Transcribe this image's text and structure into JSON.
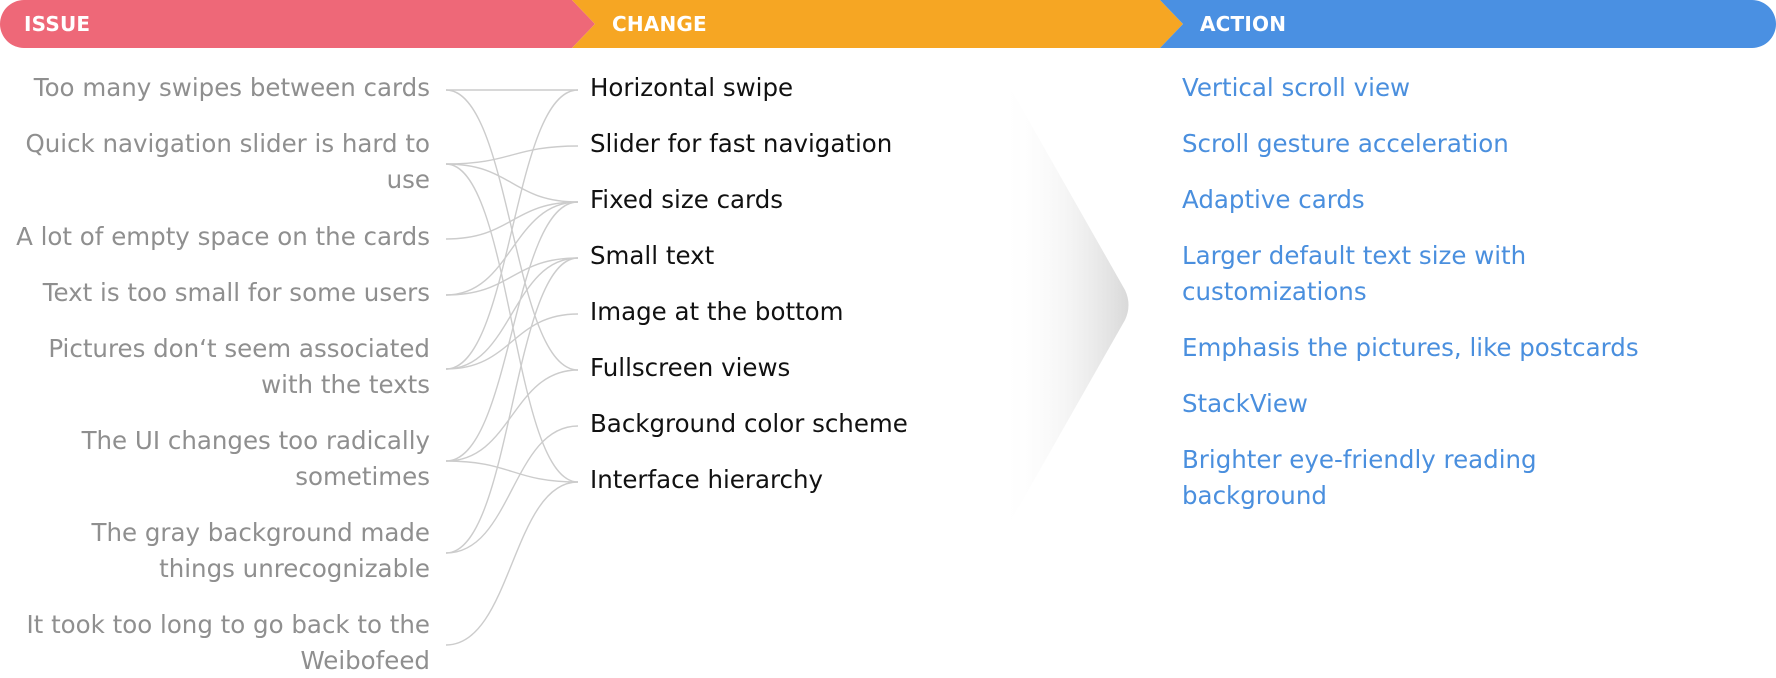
{
  "headers": {
    "issue": "ISSUE",
    "change": "CHANGE",
    "action": "ACTION"
  },
  "colors": {
    "issue": "#ee6878",
    "change": "#f6a623",
    "action": "#4a90e2",
    "issue_text": "#8f8f8f",
    "change_text": "#111111",
    "action_text": "#4a8fde",
    "connector": "#cccccc"
  },
  "issues": [
    [
      "Too many swipes between cards"
    ],
    [
      "Quick navigation slider is hard to",
      "use"
    ],
    [
      "A lot of empty space on the cards"
    ],
    [
      "Text is too small for some users"
    ],
    [
      "Pictures don‘t seem associated",
      "with the texts"
    ],
    [
      "The UI changes too radically",
      "sometimes"
    ],
    [
      "The gray background made",
      "things unrecognizable"
    ],
    [
      "It took too long to go back to the",
      "Weibofeed"
    ]
  ],
  "changes": [
    "Horizontal swipe",
    "Slider for fast navigation",
    "Fixed size cards",
    "Small text",
    "Image at the bottom",
    "Fullscreen views",
    "Background color scheme",
    "Interface hierarchy"
  ],
  "actions": [
    [
      "Vertical scroll view"
    ],
    [
      "Scroll gesture acceleration"
    ],
    [
      "Adaptive cards"
    ],
    [
      "Larger default text size with",
      "customizations"
    ],
    [
      "Emphasis the pictures, like postcards"
    ],
    [
      "StackView"
    ],
    [
      "Brighter eye-friendly reading",
      "background"
    ]
  ],
  "links": [
    [
      0,
      0
    ],
    [
      0,
      5
    ],
    [
      1,
      1
    ],
    [
      1,
      2
    ],
    [
      1,
      7
    ],
    [
      2,
      2
    ],
    [
      3,
      2
    ],
    [
      3,
      3
    ],
    [
      4,
      0
    ],
    [
      4,
      3
    ],
    [
      4,
      4
    ],
    [
      5,
      2
    ],
    [
      5,
      5
    ],
    [
      5,
      7
    ],
    [
      6,
      6
    ],
    [
      6,
      3
    ],
    [
      7,
      7
    ]
  ]
}
